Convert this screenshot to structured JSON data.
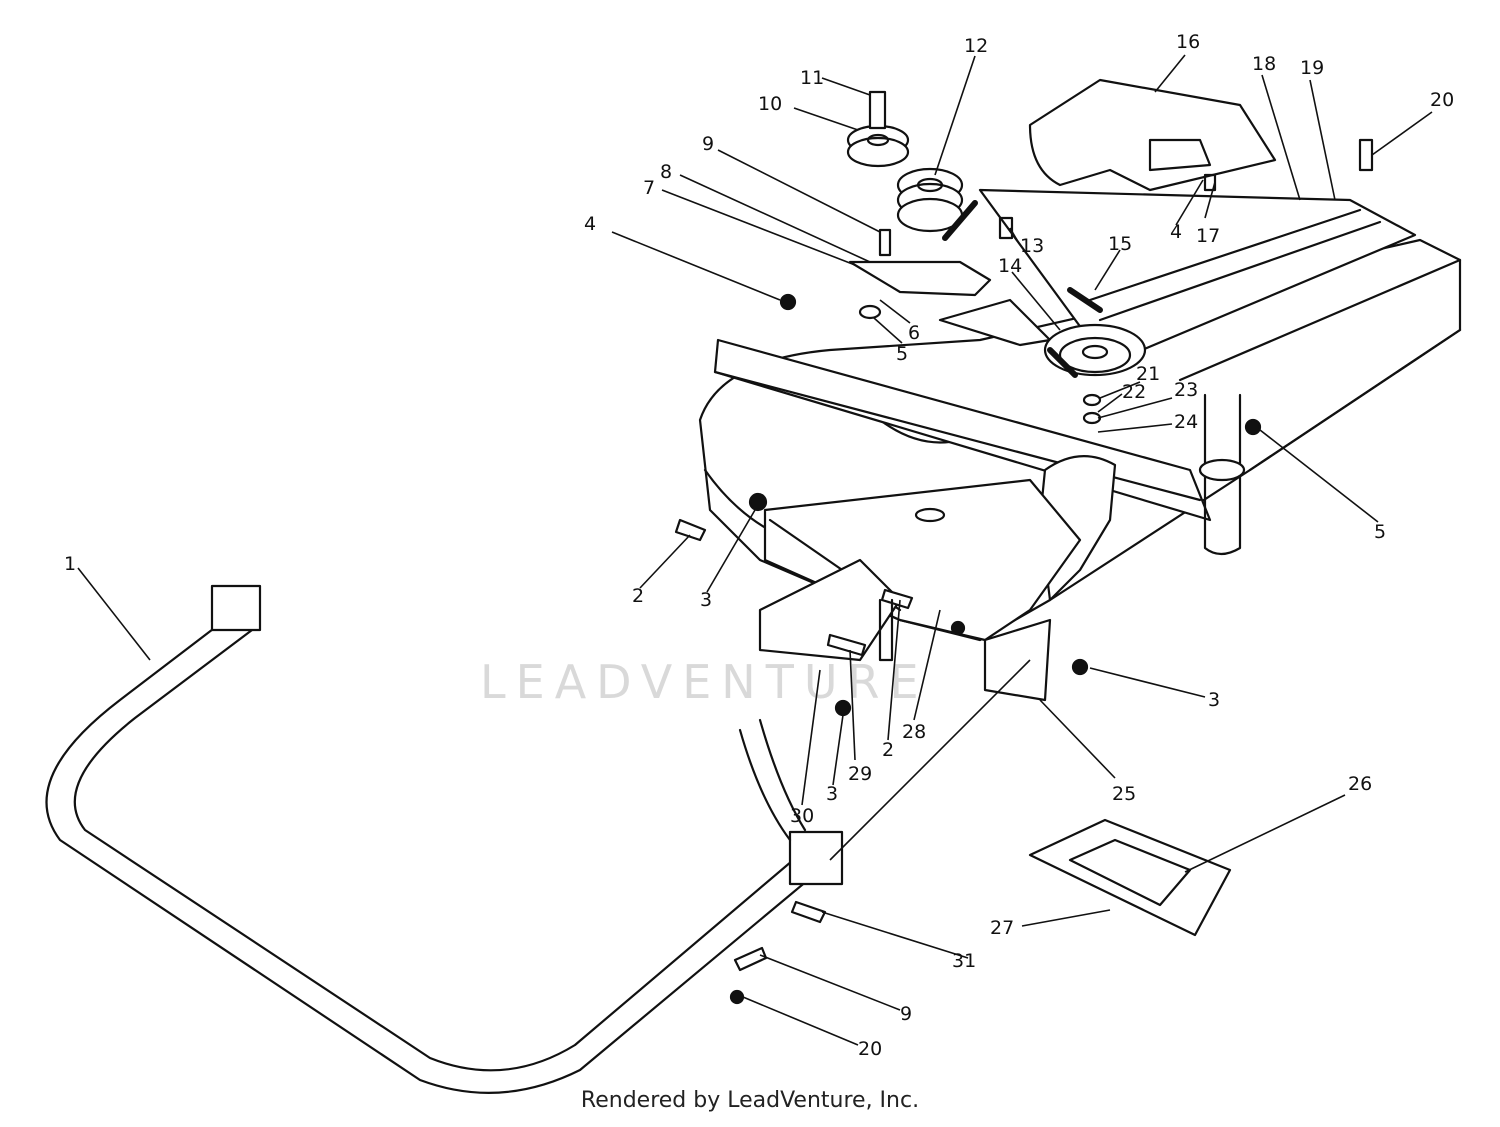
{
  "caption": "Rendered by LeadVenture, Inc.",
  "watermark": "LEADVENTURE",
  "callouts": [
    {
      "id": "c1",
      "label": "1"
    },
    {
      "id": "c2a",
      "label": "2"
    },
    {
      "id": "c2b",
      "label": "2"
    },
    {
      "id": "c3a",
      "label": "3"
    },
    {
      "id": "c3b",
      "label": "3"
    },
    {
      "id": "c3c",
      "label": "3"
    },
    {
      "id": "c4a",
      "label": "4"
    },
    {
      "id": "c4b",
      "label": "4"
    },
    {
      "id": "c5a",
      "label": "5"
    },
    {
      "id": "c5b",
      "label": "5"
    },
    {
      "id": "c6",
      "label": "6"
    },
    {
      "id": "c7",
      "label": "7"
    },
    {
      "id": "c8",
      "label": "8"
    },
    {
      "id": "c9a",
      "label": "9"
    },
    {
      "id": "c9b",
      "label": "9"
    },
    {
      "id": "c10",
      "label": "10"
    },
    {
      "id": "c11",
      "label": "11"
    },
    {
      "id": "c12",
      "label": "12"
    },
    {
      "id": "c13",
      "label": "13"
    },
    {
      "id": "c14",
      "label": "14"
    },
    {
      "id": "c15",
      "label": "15"
    },
    {
      "id": "c16",
      "label": "16"
    },
    {
      "id": "c17",
      "label": "17"
    },
    {
      "id": "c18",
      "label": "18"
    },
    {
      "id": "c19",
      "label": "19"
    },
    {
      "id": "c20a",
      "label": "20"
    },
    {
      "id": "c20b",
      "label": "20"
    },
    {
      "id": "c21",
      "label": "21"
    },
    {
      "id": "c22",
      "label": "22"
    },
    {
      "id": "c23",
      "label": "23"
    },
    {
      "id": "c24",
      "label": "24"
    },
    {
      "id": "c25",
      "label": "25"
    },
    {
      "id": "c26",
      "label": "26"
    },
    {
      "id": "c27",
      "label": "27"
    },
    {
      "id": "c28",
      "label": "28"
    },
    {
      "id": "c29",
      "label": "29"
    },
    {
      "id": "c30",
      "label": "30"
    },
    {
      "id": "c31",
      "label": "31"
    }
  ]
}
